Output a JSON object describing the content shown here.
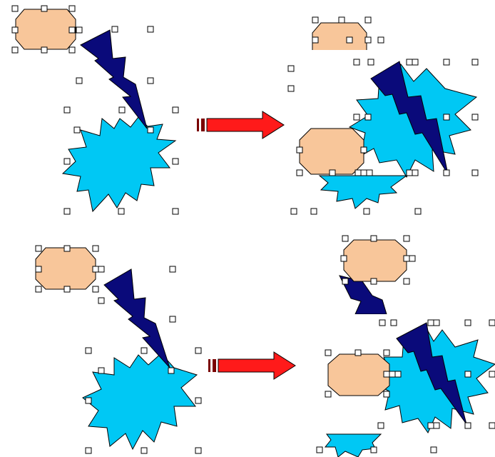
{
  "colors": {
    "octagon_fill": "#F8C69A",
    "bolt_fill": "#0A0A7A",
    "burst_fill": "#00C8F4",
    "arrow_fill": "#FF1A1A",
    "arrow_dark": "#7A0000",
    "handle_fill": "#FFFFFF",
    "handle_stroke": "#000000",
    "background": "#FFFFFF"
  },
  "shapes": [
    "octagon",
    "lightning-bolt",
    "explosion-burst"
  ],
  "rows": [
    {
      "name": "top-row",
      "before_label": "",
      "after_label": ""
    },
    {
      "name": "bottom-row",
      "before_label": "",
      "after_label": ""
    }
  ],
  "icons": {
    "transition_arrow": "right-arrow-icon",
    "selection_handle": "resize-handle-icon"
  }
}
